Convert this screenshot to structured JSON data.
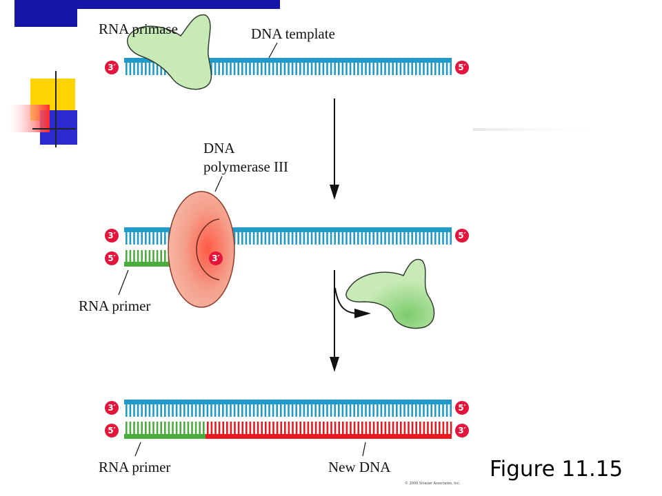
{
  "labels": {
    "rna_primase": "RNA primase",
    "dna_template": "DNA template",
    "dna_polymerase_line1": "DNA",
    "dna_polymerase_line2": "polymerase III",
    "rna_primer_mid": "RNA primer",
    "rna_primer_bottom": "RNA primer",
    "new_dna": "New DNA",
    "figure": "Figure 11.15",
    "copyright": "© 2000 Sinauer Associates, Inc."
  },
  "ends": {
    "three_prime": "3′",
    "five_prime": "5′"
  },
  "colors": {
    "dna_strand": "#1f9ac9",
    "rna_primer": "#4aac3d",
    "new_dna": "#e8191f",
    "end_badge": "#e3153b",
    "primase": "#c8eab6",
    "polymerase": "#f49f8a",
    "deco_blue": "#1515a8",
    "deco_yellow": "#ffd400",
    "deco_red": "#ff3030"
  }
}
